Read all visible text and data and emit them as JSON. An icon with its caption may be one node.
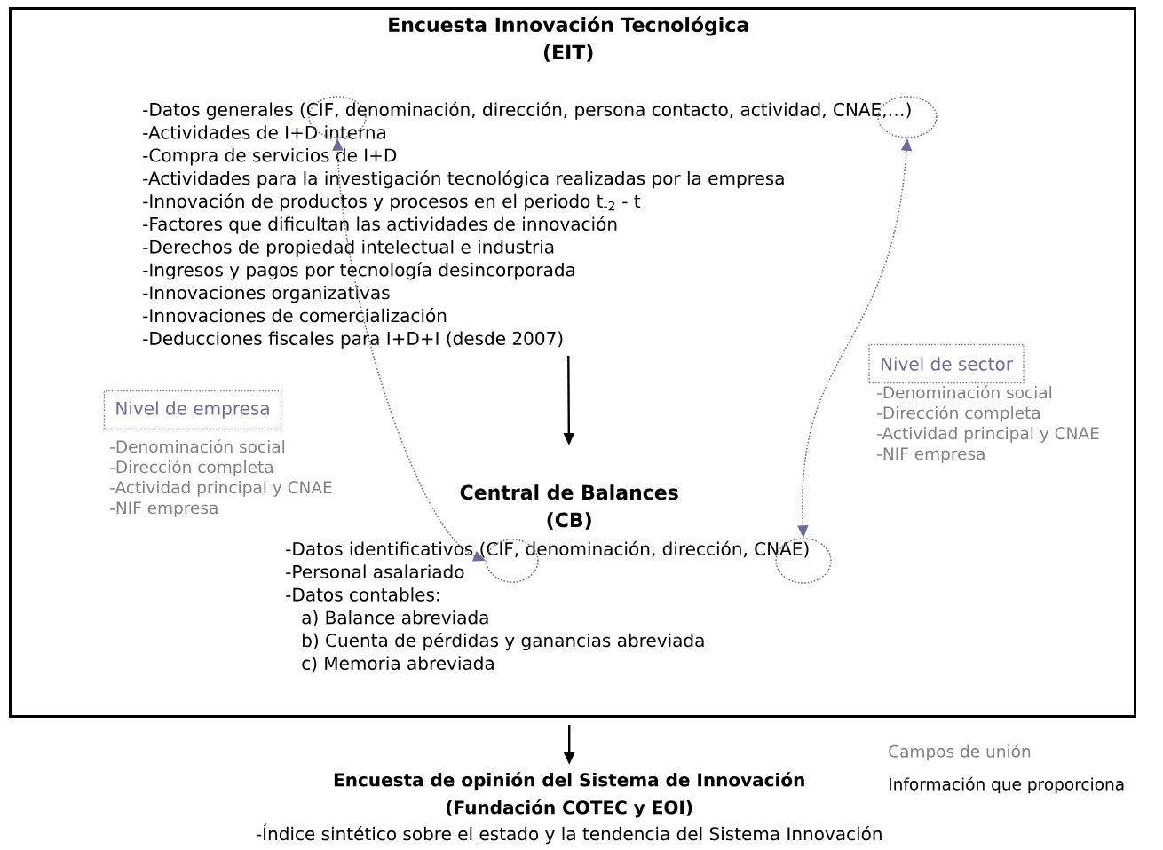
{
  "diagram": {
    "nodes": [
      {
        "text": [],
        "shape": "box"
      },
      {
        "text": [
          "Encuesta Innovación Tecnológica (EIT)",
          "-Datos generales (CIF, denominación, dirección, persona contacto, actividad, CNAE,…)",
          "-Actividades de I+D interna",
          "-Compra de servicios de I+D",
          "-Actividades para la  investigación tecnológica realizadas por la empresa",
          "-Innovación de productos y procesos en el periodo t$_{-2}$ - t",
          "-Factores que dificultan las actividades de innovación",
          "-Derechos de propiedad intelectual e industria",
          "-Ingresos y pagos por tecnología desincorporada",
          "-Innovaciones organizativas",
          "-Innovaciones de comercialización",
          "-Deducciones fiscales para I+D+I (desde 2007)"
        ],
        "in": 0
      },
      {
        "text": [],
        "shape": "circle",
        "in": 0
      },
      {
        "text": [],
        "shape": "circle",
        "in": 0
      },
      {
        "text": [
          "Nivel de empresa"
        ],
        "beside": [
          "-Denominación social",
          "-Dirección completa",
          "-Actividad principal y CNAE",
          "-NIF empresa"
        ],
        "in": 0
      },
      {
        "text": [
          "Nivel de sector"
        ],
        "beside": [
          "-Denominación social",
          "-Dirección completa",
          "-Actividad principal y CNAE",
          "-NIF empresa"
        ],
        "in": 0
      },
      {
        "text": [
          "Central de Balances (CB)",
          "-Datos identificativos (CIF, denominación, dirección, CNAE)",
          "-Personal asalariado",
          "-Datos contables:",
          "a) Balance abreviada",
          "b) Cuenta de pérdidas y ganancias abreviada",
          "c) Memoria abreviada"
        ],
        "in": 0
      },
      {
        "text": [],
        "shape": "circle",
        "in": 0
      },
      {
        "text": [],
        "shape": "circle",
        "in": 0
      },
      {
        "text": [
          "Encuesta de opinión del Sistema de Innovación (Fundación COTEC y EOI)",
          "-Índice sintético sobre el estado y la tendencia del Sistema Innovación"
        ]
      }
    ],
    "edges": [
      {
        "from": 1,
        "to": 6,
        "arrow": "to"
      },
      {
        "from": 7,
        "to": 2,
        "arrow": "both",
        "style": "dashed",
        "color": "#6b6b9e"
      },
      {
        "from": 8,
        "to": 3,
        "arrow": "both",
        "style": "dashed",
        "color": "#6b6b9e"
      },
      {
        "from": 0,
        "to": 9,
        "arrow": "to"
      }
    ],
    "labels": [
      "Campos de unión",
      "Información que proporciona"
    ]
  }
}
